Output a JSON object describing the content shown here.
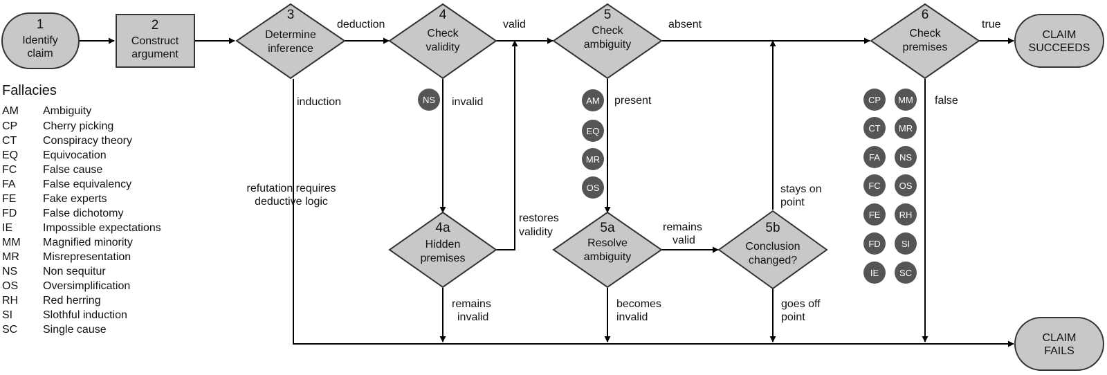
{
  "nodes": {
    "n1": {
      "num": "1",
      "l1": "Identify",
      "l2": "claim"
    },
    "n2": {
      "num": "2",
      "l1": "Construct",
      "l2": "argument"
    },
    "n3": {
      "num": "3",
      "l1": "Determine",
      "l2": "inference"
    },
    "n4": {
      "num": "4",
      "l1": "Check",
      "l2": "validity"
    },
    "n5": {
      "num": "5",
      "l1": "Check",
      "l2": "ambiguity"
    },
    "n6": {
      "num": "6",
      "l1": "Check",
      "l2": "premises"
    },
    "n4a": {
      "num": "4a",
      "l1": "Hidden",
      "l2": "premises"
    },
    "n5a": {
      "num": "5a",
      "l1": "Resolve",
      "l2": "ambiguity"
    },
    "n5b": {
      "num": "5b",
      "l1": "Conclusion",
      "l2": "changed?"
    },
    "succeeds": {
      "l1": "CLAIM",
      "l2": "SUCCEEDS"
    },
    "fails": {
      "l1": "CLAIM",
      "l2": "FAILS"
    }
  },
  "edges": {
    "deduction": "deduction",
    "valid": "valid",
    "absent": "absent",
    "true": "true",
    "induction": "induction",
    "refutation_1": "refutation requires",
    "refutation_2": "deductive logic",
    "invalid": "invalid",
    "present": "present",
    "false": "false",
    "restores_1": "restores",
    "restores_2": "validity",
    "remains_valid_1": "remains",
    "remains_valid_2": "valid",
    "stays_1": "stays on",
    "stays_2": "point",
    "remains_invalid_1": "remains",
    "remains_invalid_2": "invalid",
    "becomes_invalid_1": "becomes",
    "becomes_invalid_2": "invalid",
    "goes_off_1": "goes off",
    "goes_off_2": "point"
  },
  "badges": {
    "step4": [
      "NS"
    ],
    "step5": [
      "AM",
      "EQ",
      "MR",
      "OS"
    ],
    "step6_left": [
      "CP",
      "CT",
      "FA",
      "FC",
      "FE",
      "FD",
      "IE"
    ],
    "step6_right": [
      "MM",
      "MR",
      "NS",
      "OS",
      "RH",
      "SI",
      "SC"
    ]
  },
  "legend": {
    "title": "Fallacies",
    "items": [
      {
        "code": "AM",
        "name": "Ambiguity"
      },
      {
        "code": "CP",
        "name": "Cherry picking"
      },
      {
        "code": "CT",
        "name": "Conspiracy theory"
      },
      {
        "code": "EQ",
        "name": "Equivocation"
      },
      {
        "code": "FC",
        "name": "False cause"
      },
      {
        "code": "FA",
        "name": "False equivalency"
      },
      {
        "code": "FE",
        "name": "Fake experts"
      },
      {
        "code": "FD",
        "name": "False dichotomy"
      },
      {
        "code": "IE",
        "name": "Impossible expectations"
      },
      {
        "code": "MM",
        "name": "Magnified minority"
      },
      {
        "code": "MR",
        "name": "Misrepresentation"
      },
      {
        "code": "NS",
        "name": "Non sequitur"
      },
      {
        "code": "OS",
        "name": "Oversimplification"
      },
      {
        "code": "RH",
        "name": "Red herring"
      },
      {
        "code": "SI",
        "name": "Slothful induction"
      },
      {
        "code": "SC",
        "name": "Single cause"
      }
    ]
  }
}
